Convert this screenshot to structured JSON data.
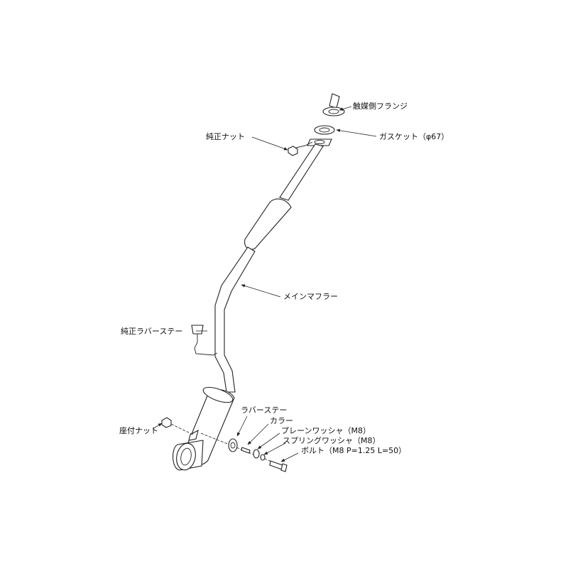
{
  "labels": {
    "cat_flange": "触媒側フランジ",
    "gasket": "ガスケット（φ67）",
    "oem_nut": "純正ナット",
    "main_muffler": "メインマフラー",
    "oem_rubber_stay": "純正ラバーステー",
    "seat_nut": "座付ナット",
    "rubber_stay": "ラバーステー",
    "collar": "カラー",
    "plain_washer": "プレーンワッシャ（M8）",
    "spring_washer": "スプリングワッシャ（M8）",
    "bolt": "ボルト（M8 P=1.25 L=50）"
  }
}
